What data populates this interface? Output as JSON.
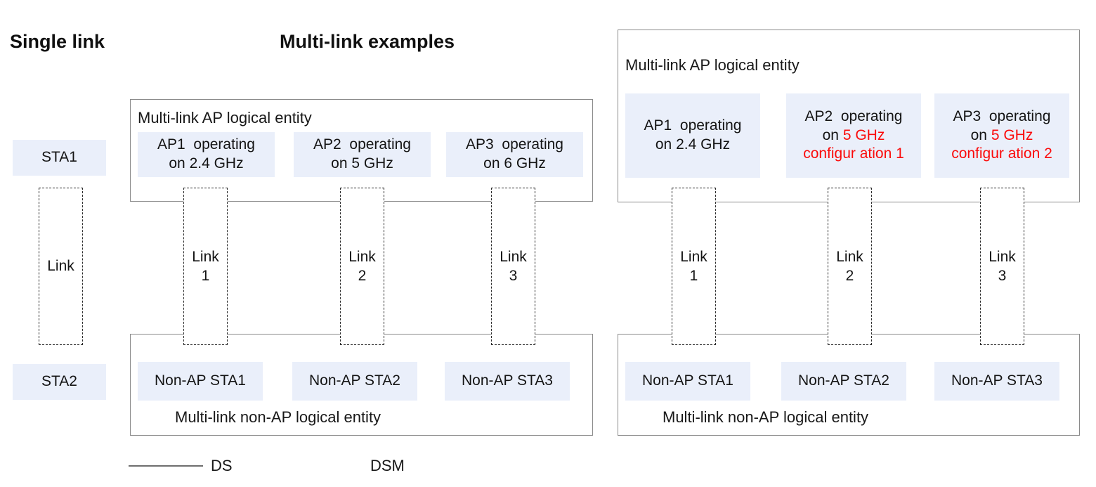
{
  "figure": {
    "headings": [
      {
        "text": "Single link"
      },
      {
        "text": "Multi-link examples"
      }
    ],
    "colors": {
      "blue_box_fill": "#eaeffa",
      "red_accent": "#fb0a0a",
      "frame_border": "#8a8a8a",
      "dashed_border": "#2b2b2b",
      "text": "#141414"
    }
  },
  "single_link": {
    "top_station": "STA1",
    "bottom_station": "STA2",
    "link_label": "Link"
  },
  "middle_example": {
    "ap_entity_title": "Multi-link AP logical entity",
    "aps": [
      {
        "line1": "AP1  operating",
        "line2_prefix": "on 2.4 GHz",
        "line2_red": "",
        "line3_red": ""
      },
      {
        "line1": "AP2  operating",
        "line2_prefix": "on 5 GHz",
        "line2_red": "",
        "line3_red": ""
      },
      {
        "line1": "AP3  operating",
        "line2_prefix": "on 6 GHz",
        "line2_red": "",
        "line3_red": ""
      }
    ],
    "links": [
      {
        "label": "Link",
        "number": "1"
      },
      {
        "label": "Link",
        "number": "2"
      },
      {
        "label": "Link",
        "number": "3"
      }
    ],
    "stations": [
      "Non-AP STA1",
      "Non-AP STA2",
      "Non-AP STA3"
    ],
    "non_ap_entity_title": "Multi-link non-AP logical entity"
  },
  "right_example": {
    "ap_entity_title": "Multi-link AP logical entity",
    "aps": [
      {
        "line1": "AP1  operating",
        "line2_prefix": "on 2.4 GHz",
        "line2_red": "",
        "line3_red": ""
      },
      {
        "line1": "AP2  operating",
        "line2_prefix": "on ",
        "line2_red": "5 GHz",
        "line3_red": "configur ation 1"
      },
      {
        "line1": "AP3  operating",
        "line2_prefix": "on ",
        "line2_red": "5 GHz",
        "line3_red": "configur ation 2"
      }
    ],
    "links": [
      {
        "label": "Link",
        "number": "1"
      },
      {
        "label": "Link",
        "number": "2"
      },
      {
        "label": "Link",
        "number": "3"
      }
    ],
    "stations": [
      "Non-AP STA1",
      "Non-AP STA2",
      "Non-AP STA3"
    ],
    "non_ap_entity_title": "Multi-link non-AP logical entity"
  },
  "legend": {
    "ds_label": "DS",
    "dsm_label": "DSM"
  }
}
